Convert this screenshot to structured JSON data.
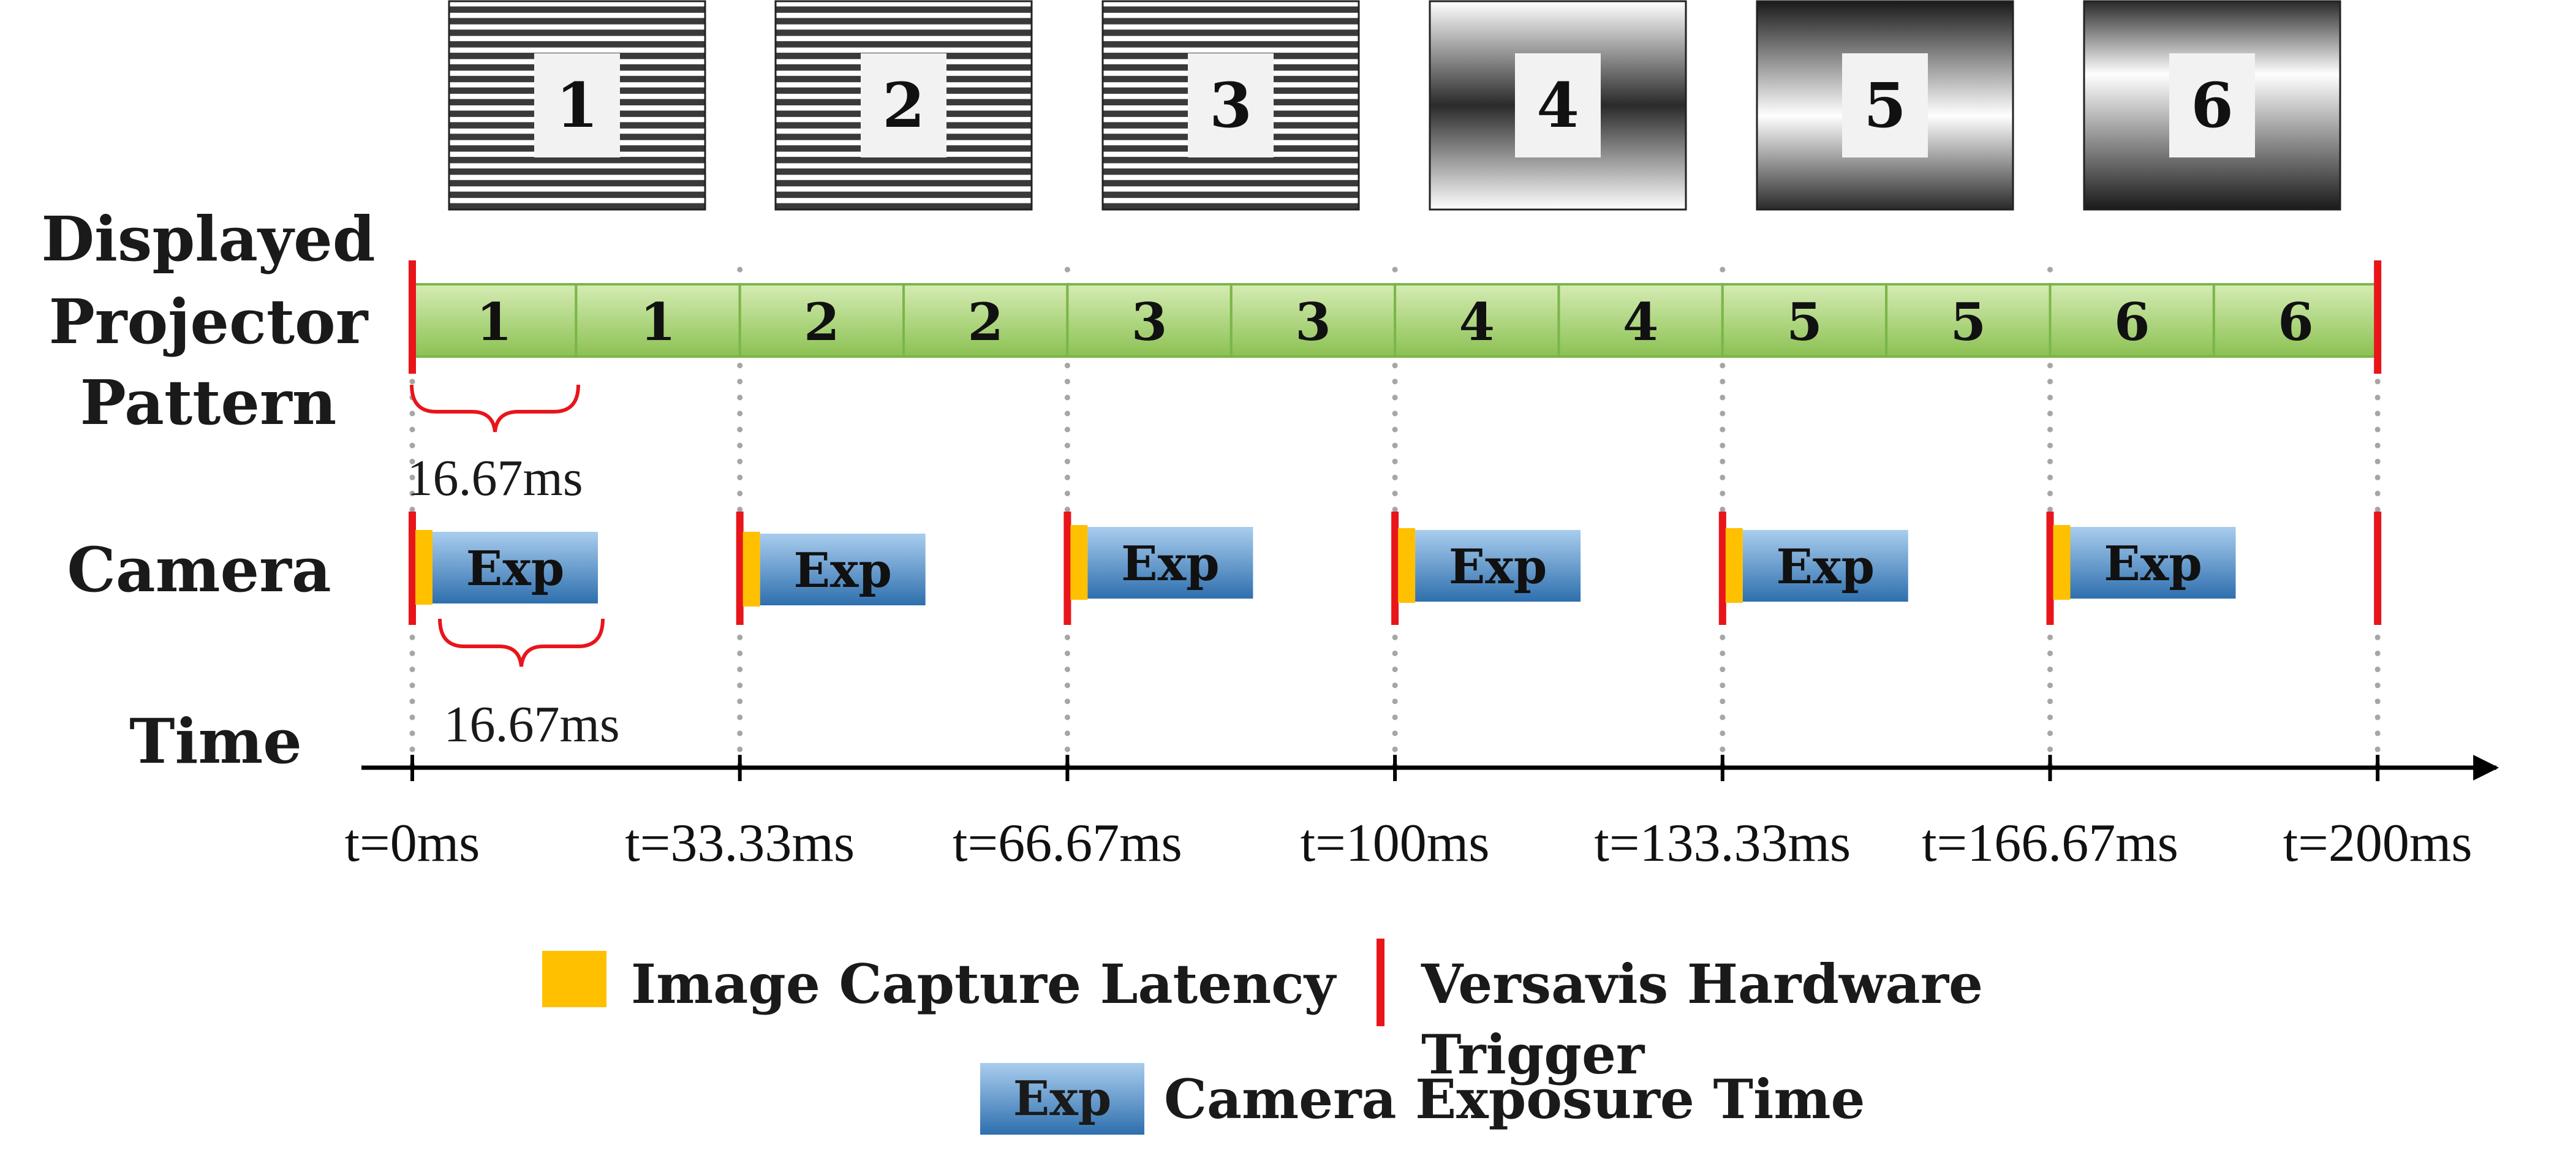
{
  "colors": {
    "bar_green_top": "#c8e6a0",
    "bar_green_bottom": "#8cc152",
    "bar_green_stroke": "#7ab648",
    "trigger_red": "#e8151b",
    "latency_yellow": "#ffc000",
    "exposure_blue_top": "#9dc3e6",
    "exposure_blue_bottom": "#2e75b6",
    "dotted_grey": "#a6a6a6",
    "text": "#1a1a1a"
  },
  "patterns": [
    {
      "label": "1",
      "kind": "stripes"
    },
    {
      "label": "2",
      "kind": "stripes"
    },
    {
      "label": "3",
      "kind": "stripes"
    },
    {
      "label": "4",
      "kind": "gradient-dark-center"
    },
    {
      "label": "5",
      "kind": "gradient-light-center"
    },
    {
      "label": "6",
      "kind": "gradient-light-center"
    }
  ],
  "rows": {
    "projector_label": [
      "Displayed",
      "Projector",
      "Pattern"
    ],
    "camera_label": "Camera",
    "time_label": "Time"
  },
  "projector_segments": [
    "1",
    "1",
    "2",
    "2",
    "3",
    "3",
    "4",
    "4",
    "5",
    "5",
    "6",
    "6"
  ],
  "frame_period_label": "16.67ms",
  "exposure_period_label": "16.67ms",
  "exposure_label": "Exp",
  "time_ticks": [
    "t=0ms",
    "t=33.33ms",
    "t=66.67ms",
    "t=100ms",
    "t=133.33ms",
    "t=166.67ms",
    "t=200ms"
  ],
  "legend": {
    "latency": "Image Capture Latency",
    "trigger_line1": "Versavis Hardware",
    "trigger_line2": "Trigger",
    "exposure_swatch": "Exp",
    "exposure": "Camera Exposure Time"
  }
}
